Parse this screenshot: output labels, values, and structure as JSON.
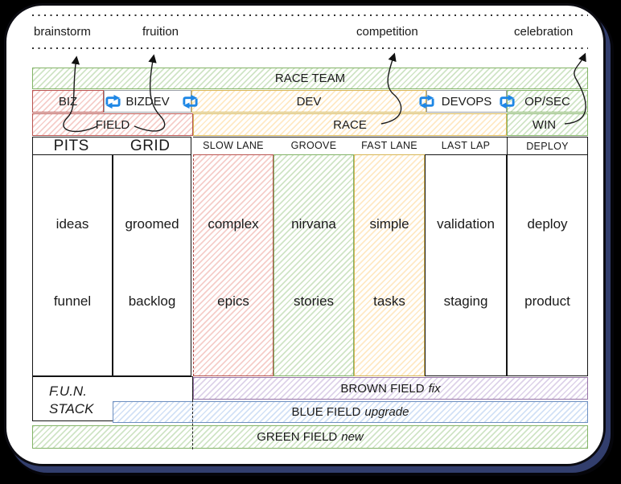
{
  "timeline": {
    "milestones": [
      "brainstorm",
      "fruition",
      "competition",
      "celebration"
    ]
  },
  "team_bar": {
    "label": "RACE TEAM"
  },
  "roles": [
    {
      "label": "BIZ"
    },
    {
      "label": "BIZDEV"
    },
    {
      "label": "DEV"
    },
    {
      "label": "DEVOPS"
    },
    {
      "label": "OP/SEC"
    }
  ],
  "phases": [
    {
      "label": "FIELD"
    },
    {
      "label": "RACE"
    },
    {
      "label": "WIN"
    }
  ],
  "columns": [
    {
      "header": "PITS",
      "row1": "ideas",
      "row2": "funnel"
    },
    {
      "header": "GRID",
      "row1": "groomed",
      "row2": "backlog"
    },
    {
      "header": "SLOW LANE",
      "row1": "complex",
      "row2": "epics"
    },
    {
      "header": "GROOVE",
      "row1": "nirvana",
      "row2": "stories"
    },
    {
      "header": "FAST LANE",
      "row1": "simple",
      "row2": "tasks"
    },
    {
      "header": "LAST LAP",
      "row1": "validation",
      "row2": "staging"
    },
    {
      "header": "DEPLOY",
      "row1": "deploy",
      "row2": "product"
    }
  ],
  "fun_stack": {
    "line1": "F.U.N.",
    "line2": "STACK"
  },
  "fields": [
    {
      "name": "BROWN FIELD",
      "tag": "fix"
    },
    {
      "name": "BLUE FIELD",
      "tag": "upgrade"
    },
    {
      "name": "GREEN FIELD",
      "tag": "new"
    }
  ],
  "colors": {
    "green_border": "#82b366",
    "green_hatch": "#cfe4c5",
    "red_border": "#b85450",
    "red_hatch": "#f5cdc9",
    "yellow_border": "#d6b656",
    "yellow_hatch": "#ffe9c4",
    "purple_border": "#9673a6",
    "purple_hatch": "#ddd2e9",
    "blue_border": "#6c8ebf",
    "blue_hatch": "#d2e1f6",
    "sync_icon_blue": "#1e87e5",
    "frame_navy": "#323e6d"
  }
}
